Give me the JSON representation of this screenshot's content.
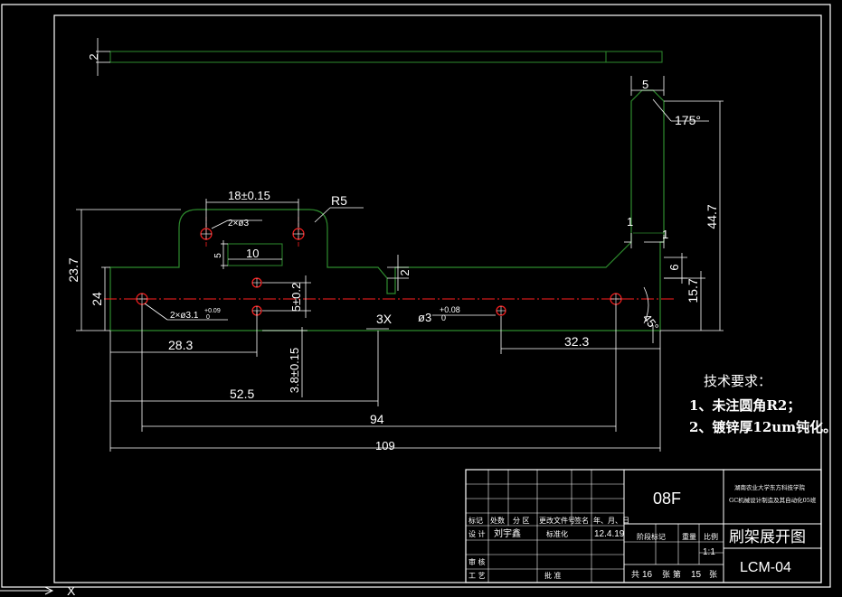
{
  "colors": {
    "background": "#000000",
    "frame": "#ffffff",
    "part_outline": "#2e8b2e",
    "centerline": "#ff2020",
    "hole": "#ff2020",
    "dimension": "#ffffff"
  },
  "side_view": {
    "thickness_dim": "2"
  },
  "dims": {
    "d_18": "18±0.15",
    "d_r5": "R5",
    "d_2x3": "2×ø3",
    "d_10": "10",
    "d_5a": "5",
    "d_23_7": "23.7",
    "d_24": "24",
    "d_2x31": "2×ø3.1",
    "d_2x31_tol_up": "+0.09",
    "d_2x31_tol_low": "0",
    "d_28_3": "28.3",
    "d_5_2": "5±0.2",
    "d_3_8": "3.8±0.15",
    "d_2b": "2",
    "d_3x": "3X",
    "d_phi3": "ø3",
    "d_phi3_tol_up": "+0.08",
    "d_phi3_tol_low": "0",
    "d_52_5": "52.5",
    "d_94": "94",
    "d_109": "109",
    "d_32_3": "32.3",
    "d_5b": "5",
    "d_175": "175°",
    "d_44_7": "44.7",
    "d_1a": "1",
    "d_1b": "1",
    "d_6": "6",
    "d_15_7": "15.7",
    "d_45": "45°"
  },
  "notes": {
    "title": "技术要求：",
    "item1": "1、未注圆角R2；",
    "item2": "2、镀锌厚12um钝化。"
  },
  "title_block": {
    "material": "08F",
    "school": "湖南农业大学东方科技学院",
    "project": "GC机械设计制造及其自动化05班",
    "drawing_name": "刷架展开图",
    "drawing_code": "LCM-04",
    "hdr_mark": "标记",
    "hdr_count": "处数",
    "hdr_zone": "分 区",
    "hdr_docno": "更改文件号",
    "hdr_sign": "签名",
    "hdr_date": "年、月、日",
    "row_design": "设 计",
    "designer": "刘宇鑫",
    "row_standard": "标准化",
    "date": "12.4.19",
    "stage_mark": "阶段标记",
    "weight": "重量",
    "scale_label": "比例",
    "scale": "1:1",
    "row_check": "审 核",
    "row_process": "工 艺",
    "row_approve": "批 准",
    "sheets_total_label": "共",
    "sheets_total": "16",
    "sheet_no_label1": "张 第",
    "sheet_no": "15",
    "sheet_no_label2": "张"
  },
  "ucs_label": "X"
}
